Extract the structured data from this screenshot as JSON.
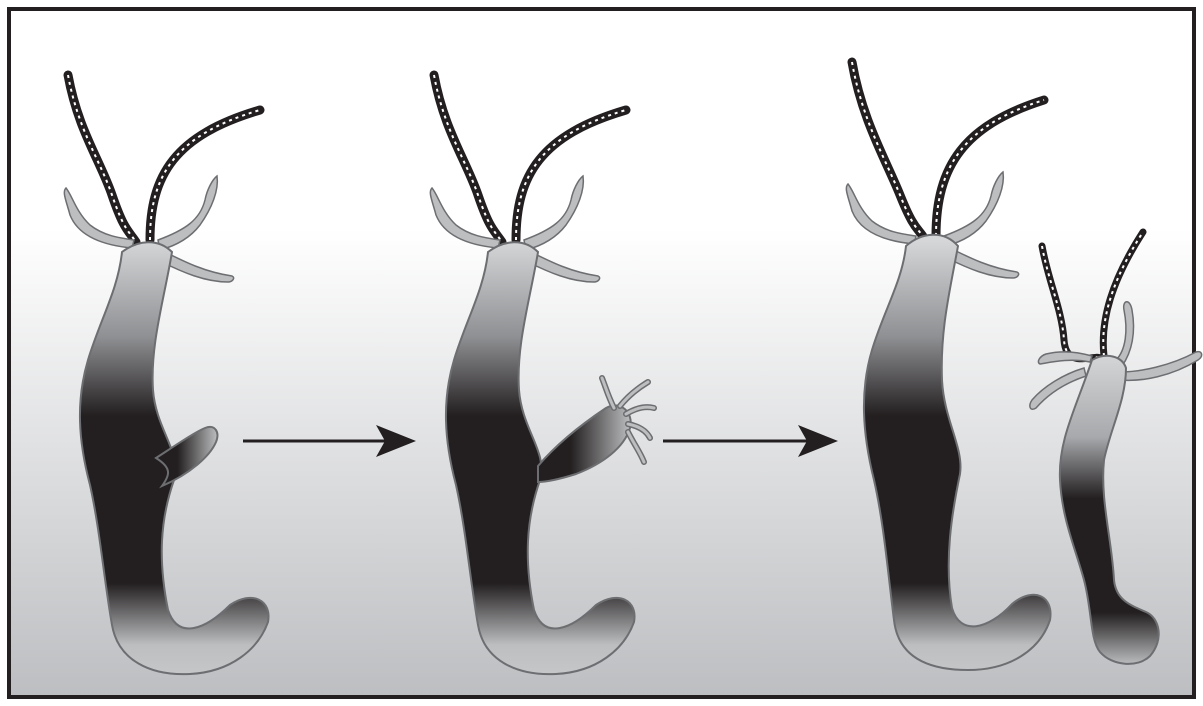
{
  "diagram": {
    "title": "",
    "stages": [
      {
        "id": "parent-with-bud"
      },
      {
        "id": "parent-with-developing-bud"
      },
      {
        "id": "parent-and-detached-bud"
      }
    ],
    "arrows": [
      {
        "from": "parent-with-bud",
        "to": "parent-with-developing-bud"
      },
      {
        "from": "parent-with-developing-bud",
        "to": "parent-and-detached-bud"
      }
    ]
  },
  "colors": {
    "background_top": "#ffffff",
    "background_bottom": "#bcbec1",
    "border": "#231f20",
    "body_light": "#d1d3d4",
    "body_dark": "#231f20",
    "tentacle_fill": "#bcbec0",
    "outline": "#6d6e71"
  }
}
